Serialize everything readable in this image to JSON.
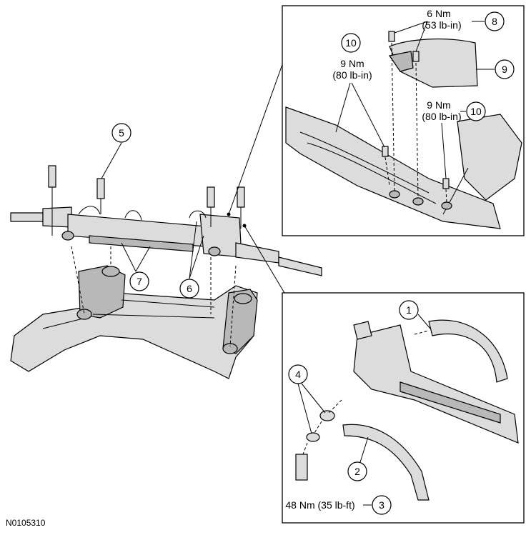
{
  "figure_id": "N0105310",
  "callouts": {
    "c1": "1",
    "c2": "2",
    "c3": "3",
    "c4": "4",
    "c5": "5",
    "c6": "6",
    "c7": "7",
    "c8": "8",
    "c9": "9",
    "c10a": "10",
    "c10b": "10"
  },
  "torque_specs": {
    "t8_line1": "6 Nm",
    "t8_line2": "(53 lb-in)",
    "t10a_line1": "9 Nm",
    "t10a_line2": "(80 lb-in)",
    "t10b_line1": "9 Nm",
    "t10b_line2": "(80 lb-in)",
    "t3": "48 Nm (35 lb-ft)"
  }
}
